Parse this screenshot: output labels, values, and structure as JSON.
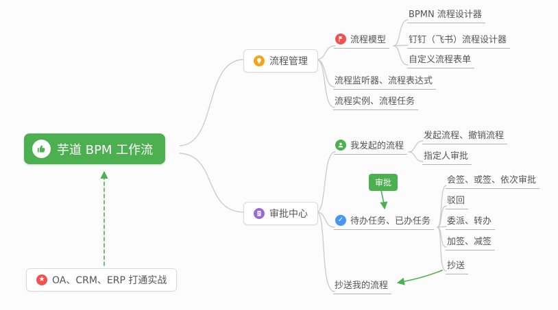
{
  "nodes": {
    "root": {
      "label": "芋道 BPM 工作流"
    },
    "process_mgmt": {
      "label": "流程管理"
    },
    "process_model": {
      "label": "流程模型"
    },
    "bpmn_designer": {
      "label": "BPMN 流程设计器"
    },
    "dingtalk_designer": {
      "label": "钉钉（飞书）流程设计器"
    },
    "custom_form": {
      "label": "自定义流程表单"
    },
    "listener_expression": {
      "label": "流程监听器、流程表达式"
    },
    "instance_task": {
      "label": "流程实例、流程任务"
    },
    "approval_center": {
      "label": "审批中心"
    },
    "my_initiated": {
      "label": "我发起的流程"
    },
    "initiate_cancel": {
      "label": "发起流程、撤销流程"
    },
    "assignee_approval": {
      "label": "指定人审批"
    },
    "approval_badge": {
      "label": "审批"
    },
    "todo_done": {
      "label": "待办任务、已办任务"
    },
    "countersign": {
      "label": "会签、或签、依次审批"
    },
    "reject": {
      "label": "驳回"
    },
    "delegate_transfer": {
      "label": "委派、转办"
    },
    "add_reduce_sign": {
      "label": "加签、减签"
    },
    "cc": {
      "label": "抄送"
    },
    "cc_my_process": {
      "label": "抄送我的流程"
    },
    "oa_crm_erp": {
      "label": "OA、CRM、ERP 打通实战"
    }
  },
  "icons": {
    "root": "thumbs-up-icon",
    "process_mgmt": "lightbulb-icon",
    "process_model": "flag-icon",
    "approval_center": "document-icon",
    "my_initiated": "user-icon",
    "todo_done": "check-icon",
    "oa_crm_erp": "star-icon"
  },
  "glyphs": {
    "star": "★",
    "check": "✓"
  },
  "colors": {
    "green": "#4caf50",
    "orange": "#f5a31a",
    "red": "#ef5350",
    "blue": "#4596f7",
    "purple": "#9b6bce",
    "line": "#cccccc",
    "text": "#555555"
  }
}
